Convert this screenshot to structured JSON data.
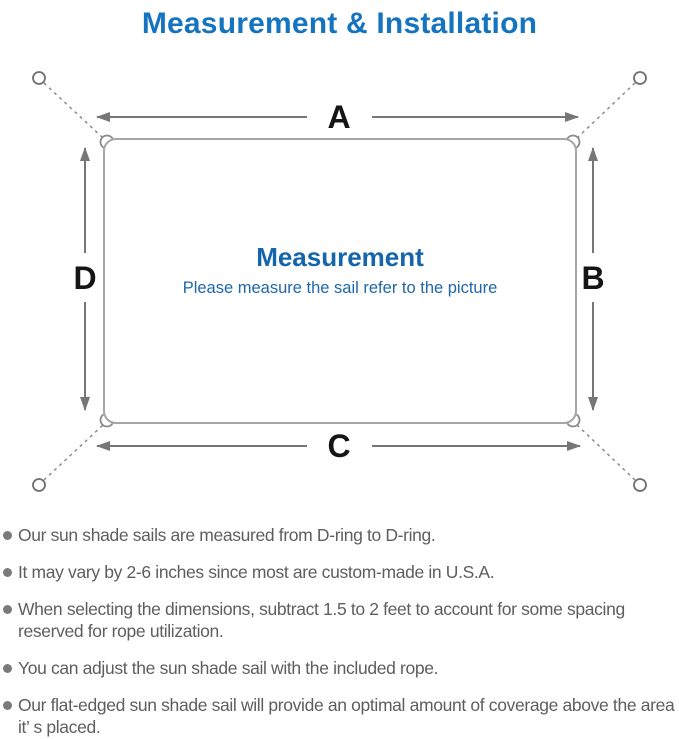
{
  "page": {
    "title": "Measurement & Installation"
  },
  "diagram": {
    "dimension_labels": {
      "a": "A",
      "b": "B",
      "c": "C",
      "d": "D"
    },
    "center_heading": "Measurement",
    "center_note": "Please measure the sail refer to the picture"
  },
  "notes": [
    "Our sun shade sails are measured from D-ring to D-ring.",
    "It may vary by 2-6 inches since most are custom-made in U.S.A.",
    "When selecting the dimensions, subtract 1.5 to 2 feet to account for some spacing reserved for rope utilization.",
    "You can adjust the sun shade sail with the included rope.",
    "Our flat-edged sun shade sail will provide an optimal amount of coverage above the area it’ s placed."
  ],
  "colors": {
    "title_blue": "#1574bf",
    "center_heading_blue": "#1465ab",
    "center_note_blue": "#2066ab",
    "outline_gray": "#a6a6a6",
    "arrow_gray": "#767676",
    "note_text_gray": "#5e5e5e"
  }
}
